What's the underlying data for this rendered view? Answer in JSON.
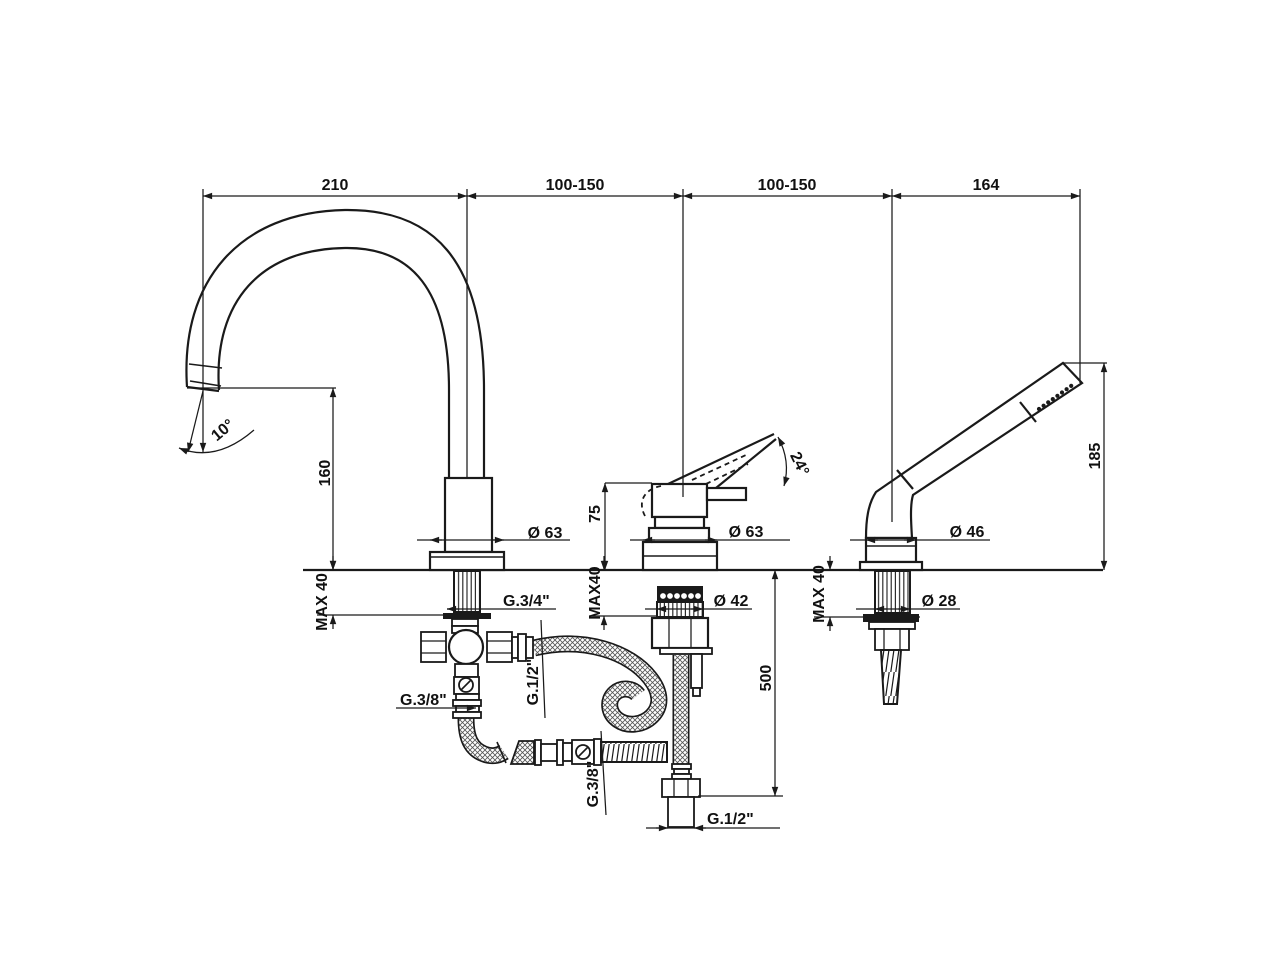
{
  "colors": {
    "line": "#1a1a1a",
    "background": "#ffffff"
  },
  "top_dimensions": [
    "210",
    "100-150",
    "100-150",
    "164"
  ],
  "spout": {
    "angle": "10°",
    "height": "160",
    "deck_max": "MAX 40",
    "escutcheon": "Ø 63",
    "shank_thread": "G.3/4\"",
    "supply_thread": "G.3/8\"",
    "hose_thread": "G.1/2\""
  },
  "mixer": {
    "height_above_deck": "75",
    "handle_angle": "24°",
    "escutcheon": "Ø 63",
    "deck_max": "MAX40",
    "shank_diameter": "Ø 42",
    "hose_length": "500",
    "supply_thread": "G.3/8\"",
    "bottom_thread": "G.1/2\""
  },
  "handshower": {
    "height": "185",
    "escutcheon": "Ø 46",
    "deck_max": "MAX 40",
    "shank_diameter": "Ø 28"
  }
}
